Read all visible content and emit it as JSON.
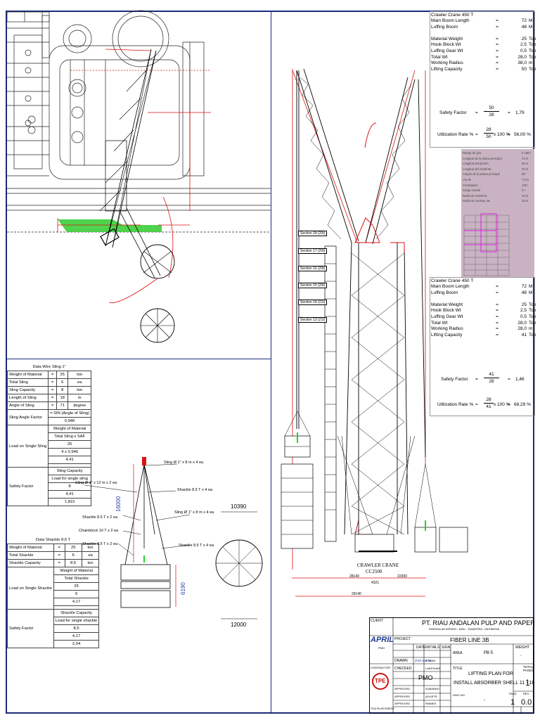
{
  "top_spec": {
    "title": "Crawler Crane 450 T",
    "rows": [
      {
        "k": "Main Boom Length",
        "eq": "=",
        "v": "72",
        "u": "M"
      },
      {
        "k": "Luffing Boom",
        "eq": "=",
        "v": "48",
        "u": "M"
      },
      {
        "k": "",
        "eq": "",
        "v": "",
        "u": ""
      },
      {
        "k": "Material Weight",
        "eq": "=",
        "v": "25",
        "u": "Ton"
      },
      {
        "k": "Hook Block Wt",
        "eq": "=",
        "v": "2,5",
        "u": "Ton"
      },
      {
        "k": "Luffing Gear Wt",
        "eq": "=",
        "v": "0,5",
        "u": "Ton"
      },
      {
        "k": "Total Wt",
        "eq": "=",
        "v": "28,0",
        "u": "Ton"
      },
      {
        "k": "Working Radius",
        "eq": "=",
        "v": "38,0",
        "u": "m"
      },
      {
        "k": "Lifting Capacity",
        "eq": "=",
        "v": "50",
        "u": "Ton"
      }
    ],
    "sf_label": "Safety Factor",
    "sf_num": "50",
    "sf_den": "28",
    "sf_eq": "=",
    "sf_val": "1,79",
    "ur_label": "Utilization Rate %",
    "ur_num": "28",
    "ur_den": "50",
    "ur_mult": "x 100 %",
    "ur_val": "56,00 %"
  },
  "bottom_spec": {
    "title": "Crawler Crane 450 T",
    "rows": [
      {
        "k": "Main Boom Length",
        "eq": "=",
        "v": "72",
        "u": "M"
      },
      {
        "k": "Luffing Boom",
        "eq": "=",
        "v": "48",
        "u": "M"
      },
      {
        "k": "",
        "eq": "",
        "v": "",
        "u": ""
      },
      {
        "k": "Material Weight",
        "eq": "=",
        "v": "25",
        "u": "Ton"
      },
      {
        "k": "Hook Block Wt",
        "eq": "=",
        "v": "2,5",
        "u": "Ton"
      },
      {
        "k": "Luffing Gear Wt",
        "eq": "=",
        "v": "0,5",
        "u": "Ton"
      },
      {
        "k": "Total Wt",
        "eq": "=",
        "v": "28,0",
        "u": "Ton"
      },
      {
        "k": "Working Radius",
        "eq": "=",
        "v": "28,0",
        "u": "m"
      },
      {
        "k": "Lifting Capacity",
        "eq": "=",
        "v": "41",
        "u": "Ton"
      }
    ],
    "sf_label": "Safety Factor",
    "sf_num": "41",
    "sf_den": "28",
    "sf_eq": "=",
    "sf_val": "1,46",
    "ur_label": "Utilization Rate %",
    "ur_num": "28",
    "ur_den": "41",
    "ur_mult": "x 100 %",
    "ur_val": "68,29 %"
  },
  "photo_text": [
    "Rango de giro",
    "Longitud de la pluma principal",
    "Longitud del plumín",
    "Longitud del mástil BL",
    "Ángulo de la pluma principal",
    "Vía de",
    "Contrapeso",
    "Carga central",
    "Radio de mástil BL",
    "Radio de contrap. BL"
  ],
  "photo_vals": [
    "0–360°",
    "72 m",
    "48 m",
    "30 m",
    "85°",
    "7,8 m",
    "120 t",
    "0 t",
    "15 m",
    "15 m"
  ],
  "wire_table": {
    "title": "Data Wire Sling 1\"",
    "rows": [
      [
        "Weight of Material",
        "=",
        "25",
        "ton"
      ],
      [
        "Total Sling",
        "=",
        "6",
        "ea"
      ],
      [
        "Sling Capacity",
        "=",
        "8",
        "ton"
      ],
      [
        "Length of Sling",
        "=",
        "18",
        "m"
      ],
      [
        "Angle of Sling",
        "=",
        "71",
        "degree"
      ]
    ],
    "saf_label": "Sling Angle Factor",
    "saf_formula": "= SIN (Angle of Sling)",
    "saf_val": "0,946",
    "load_label": "Load on Single Sling",
    "load_f1": "Weight of Material",
    "load_f2": "Total Sling x SAF",
    "load_v1": "25",
    "load_v2": "4 x 0,946",
    "load_v3": "4,41",
    "sf_label": "Safety Factor",
    "sf_f1": "Sling Capacity",
    "sf_f2": "Load for single sling",
    "sf_v1": "8",
    "sf_v2": "4,41",
    "sf_v3": "1,815"
  },
  "shackle_table": {
    "title": "Data Shackle 8,5 T",
    "rows": [
      [
        "Weight of Material",
        "=",
        "25",
        "ton"
      ],
      [
        "Total Shackle",
        "=",
        "6",
        "ea"
      ],
      [
        "Shackle Capacity",
        "=",
        "8,5",
        "ton"
      ]
    ],
    "load_label": "Load on Single Shackle",
    "load_f1": "Weight of Material",
    "load_f2": "Total Shackle",
    "load_v1": "25",
    "load_v2": "6",
    "load_v3": "4,17",
    "sf_label": "Safety Factor",
    "sf_f1": "Shackle Capacity",
    "sf_f2": "Load for single shackle",
    "sf_v1": "8,5",
    "sf_v2": "4,17",
    "sf_v3": "2,04"
  },
  "rigging_labels": {
    "sling_top": "Sling Ø 1\" x 8 m x 4 ea",
    "sling_left": "Sling Ø 1\" x 12 m x 2 ea",
    "shackle_r1": "Shackle 8.5 T x 4 ea",
    "sling_r2": "Sling Ø 1\" x 8 m x 4 ea",
    "shackle_l1": "Shackle 8.5 T x 2 ea",
    "chainblock": "Chainblock 10 T x 2 ea",
    "shackle_l2": "Shackle 8.5 T x 2 ea",
    "shackle_r3": "Shackle 8.5 T x 4 ea",
    "dim_h": "16000",
    "dim_box": "6190",
    "dim_top": "10390",
    "dim_bottom": "12000"
  },
  "crane_labels": {
    "sections": [
      "Section 18 (20t)",
      "Section 17 (20t)",
      "Section 16 (20t)",
      "Section 15 (20t)",
      "Section 14 (21t)",
      "Section 13 (21t)"
    ],
    "name": "CRAWLER CRANE",
    "model": "CC2500",
    "dims": [
      "28140",
      "22300",
      "29140",
      "4321"
    ]
  },
  "title_block": {
    "client_lbl": "CLIENT",
    "company": "PT. RIAU ANDALAN PULP AND PAPER",
    "address": "PANGKALAN KERINCI - RIAU - SUMATERA - INDONESIA",
    "project_lbl": "PROJECT",
    "project": "FIBER LINE 3B",
    "logo": "APRIL",
    "logo_sub": "PMO",
    "date_lbl": "DATE",
    "initials_lbl": "INITIALS",
    "sign_lbl": "SIGN",
    "area_lbl": "AREA",
    "area": "PB 5",
    "weight_lbl": "WEIGHT",
    "weight": "-",
    "drawn_lbl": "DRAWN",
    "drawn_date": "2022 Mar 30",
    "drawn_init": "TOUAN",
    "checked_lbl": "CHECKED",
    "checked_init": "LAKESHAR",
    "title_lbl": "TITLE",
    "total_pages_lbl": "TOTAL PAGES",
    "total_pages": "1",
    "title1": "LIFTING PLAN FOR",
    "title2": "INSTALL ABSORBER SHELL 11 - 16",
    "contractor_lbl": "CONTRACTOR",
    "contractor": "PMO",
    "approved_lbl": "APPROVED",
    "ap1": "SUBARNO",
    "ap2": "AGUSTR",
    "ap3": "RANBOI",
    "dwg_lbl": "DWG NO.",
    "dwg": "-",
    "page_lbl": "PAGE",
    "page": "1",
    "rev_lbl": "REV.",
    "rev": "0.0",
    "tpe": "TPE",
    "tpe_sub": "TIGA PILAR ENERGI"
  }
}
